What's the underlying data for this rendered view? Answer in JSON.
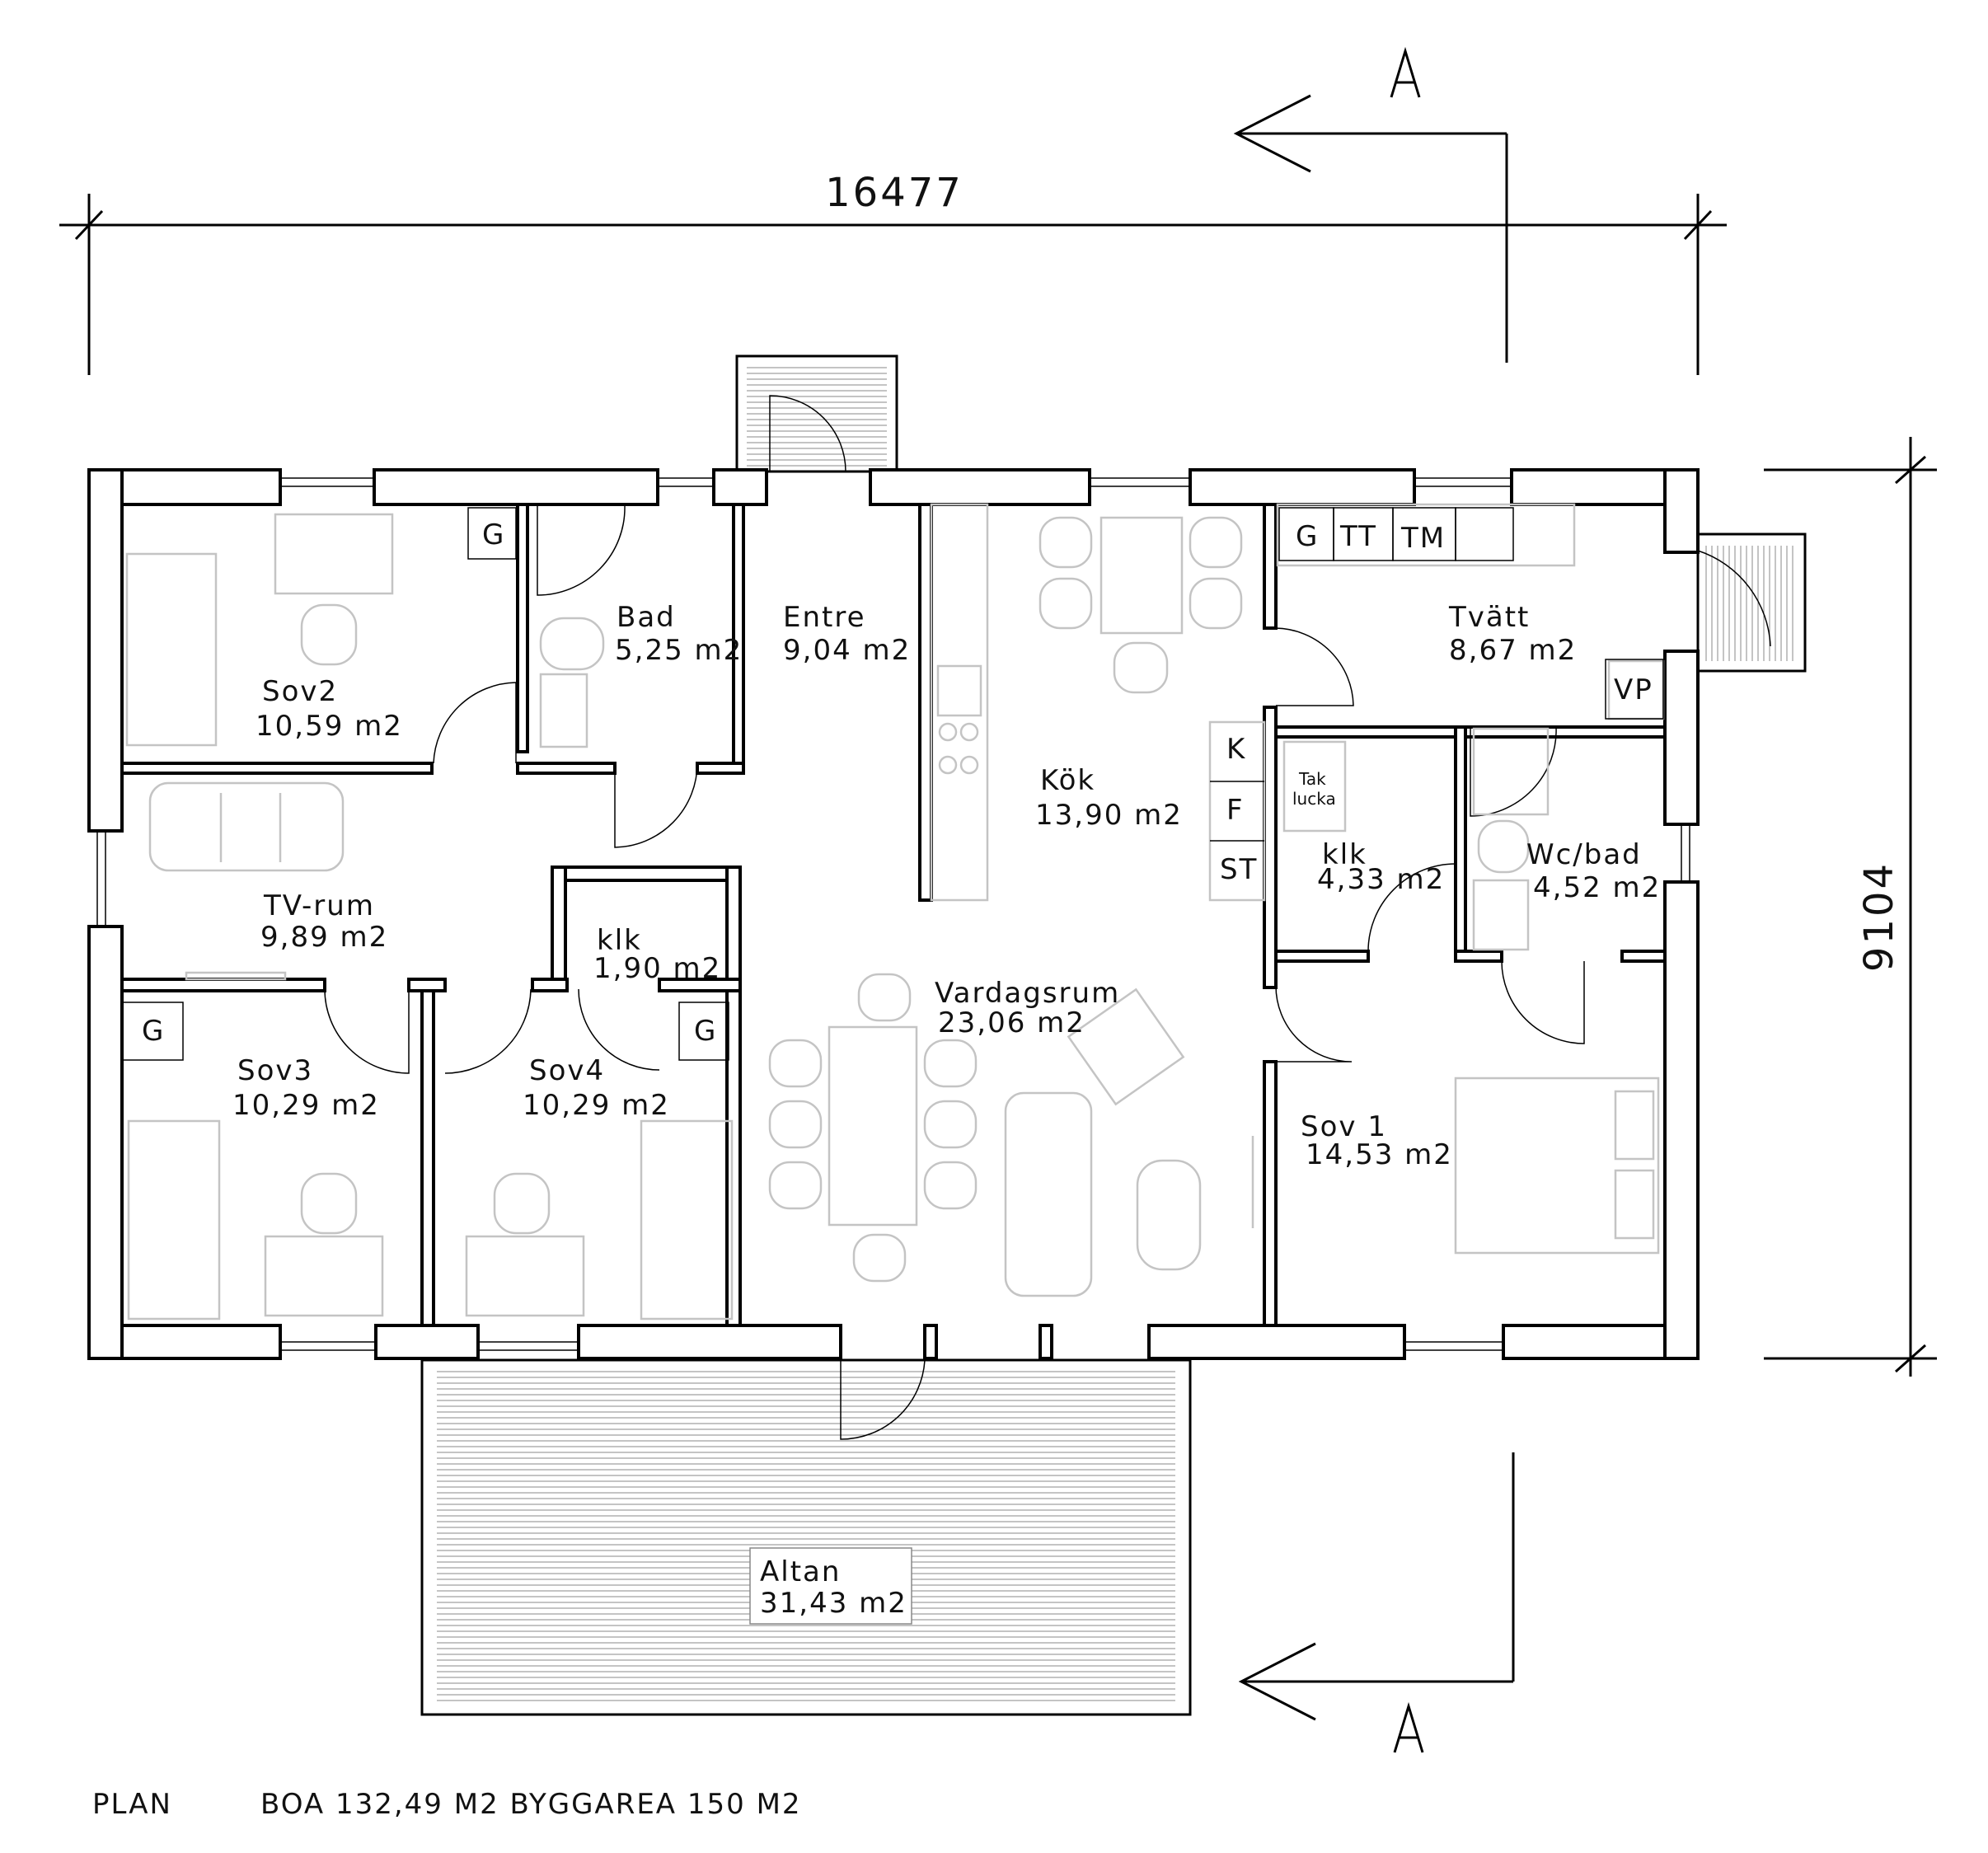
{
  "dimensions": {
    "width": "16477",
    "height": "9104"
  },
  "section_marker": "A",
  "rooms": [
    {
      "id": "sov2",
      "name": "Sov2",
      "area": "10,59 m2"
    },
    {
      "id": "bad",
      "name": "Bad",
      "area": "5,25 m2"
    },
    {
      "id": "entre",
      "name": "Entre",
      "area": "9,04 m2"
    },
    {
      "id": "kok",
      "name": "Kök",
      "area": "13,90 m2"
    },
    {
      "id": "tvatt",
      "name": "Tvätt",
      "area": "8,67 m2"
    },
    {
      "id": "tvrum",
      "name": "TV-rum",
      "area": "9,89 m2"
    },
    {
      "id": "klk_small",
      "name": "klk",
      "area": "1,90 m2"
    },
    {
      "id": "klk_mid",
      "name": "klk",
      "area": "4,33 m2"
    },
    {
      "id": "wcbad",
      "name": "Wc/bad",
      "area": "4,52 m2"
    },
    {
      "id": "vardagsrum",
      "name": "Vardagsrum",
      "area": "23,06 m2"
    },
    {
      "id": "sov3",
      "name": "Sov3",
      "area": "10,29 m2"
    },
    {
      "id": "sov4",
      "name": "Sov4",
      "area": "10,29 m2"
    },
    {
      "id": "sov1",
      "name": "Sov 1",
      "area": "14,53 m2"
    },
    {
      "id": "altan",
      "name": "Altan",
      "area": "31,43 m2"
    }
  ],
  "fixtures": {
    "g": "G",
    "tt": "TT",
    "tm": "TM",
    "vp": "VP",
    "k": "K",
    "f": "F",
    "st": "ST",
    "taklucka_1": "Tak",
    "taklucka_2": "lucka"
  },
  "footer": {
    "plan": "PLAN",
    "info": "BOA 132,49 M2 BYGGAREA 150 M2"
  }
}
